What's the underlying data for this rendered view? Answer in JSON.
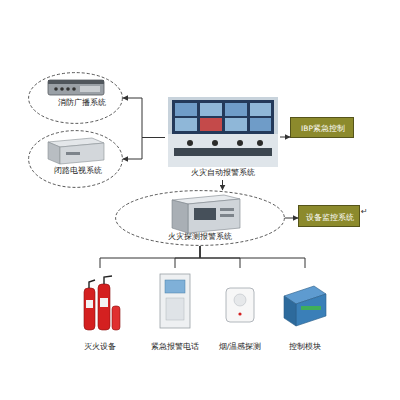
{
  "diagram": {
    "nodes": [
      {
        "text": [
          "消防广播系统"
        ]
      },
      {
        "text": [
          "火灾自动报警系统"
        ]
      },
      {
        "text": [
          "IBP紧急控制"
        ]
      },
      {
        "text": [
          "闭路电视系统"
        ]
      },
      {
        "text": [
          "火灾探测报警系统"
        ]
      },
      {
        "text": [
          "设备监控系统"
        ]
      },
      {
        "text": [
          "灭火设备"
        ]
      },
      {
        "text": [
          "紧急报警电话"
        ]
      },
      {
        "text": [
          "烟/温感探测"
        ]
      },
      {
        "text": [
          "控制模块"
        ]
      }
    ],
    "edges": [
      {
        "from": 1,
        "to": 0,
        "arrow": "to"
      },
      {
        "from": 1,
        "to": 3,
        "arrow": "to"
      },
      {
        "from": 1,
        "to": 2,
        "arrow": "to"
      },
      {
        "from": 1,
        "to": 4,
        "arrow": "to"
      },
      {
        "from": 4,
        "to": 5,
        "arrow": "to"
      },
      {
        "from": 4,
        "to": 6,
        "arrow": "none"
      },
      {
        "from": 4,
        "to": 7,
        "arrow": "none"
      },
      {
        "from": 4,
        "to": 8,
        "arrow": "none"
      },
      {
        "from": 4,
        "to": 9,
        "arrow": "none"
      }
    ],
    "labels": [
      "↵"
    ]
  }
}
